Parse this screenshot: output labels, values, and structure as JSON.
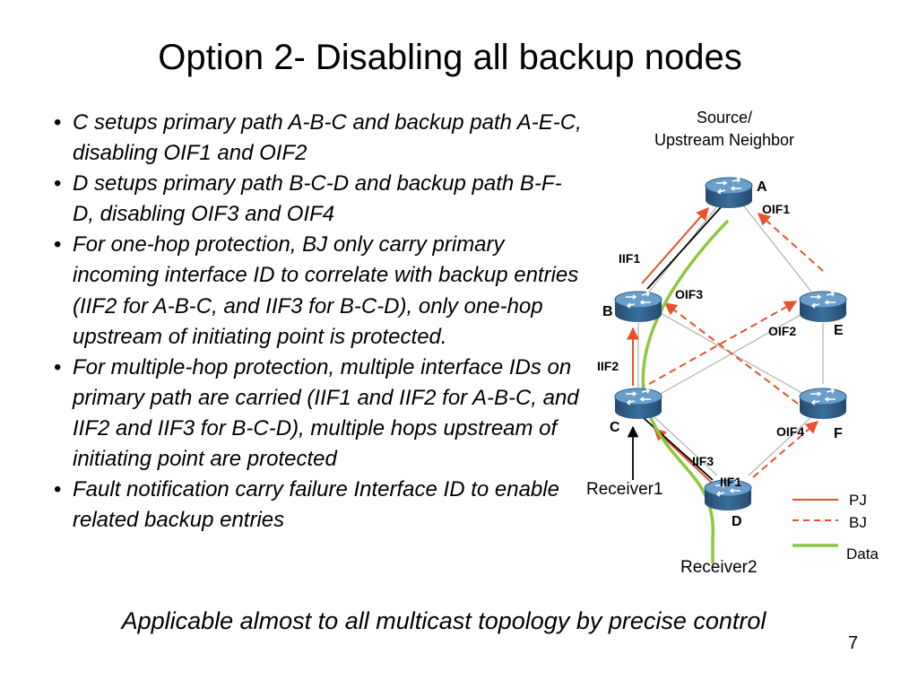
{
  "title": "Option 2- Disabling all backup nodes",
  "bullets": [
    "C setups primary path A-B-C and backup path A-E-C, disabling OIF1 and OIF2",
    "D setups primary path B-C-D and backup path B-F-D, disabling  OIF3 and OIF4",
    "For one-hop protection, BJ only carry primary incoming interface ID to correlate with backup entries (IIF2 for A-B-C, and IIF3 for B-C-D), only one-hop upstream of initiating point is protected.",
    "For multiple-hop protection, multiple interface IDs on primary path are carried (IIF1 and IIF2 for A-B-C, and IIF2 and IIF3 for B-C-D), multiple hops upstream of initiating point are protected",
    "Fault notification carry failure Interface ID to enable related backup entries"
  ],
  "bottom_note": "Applicable almost to all multicast topology by precise control",
  "page_number": "7",
  "diagram": {
    "source_label_line1": "Source/",
    "source_label_line2": "Upstream Neighbor",
    "nodes": {
      "A": "A",
      "B": "B",
      "C": "C",
      "D": "D",
      "E": "E",
      "F": "F"
    },
    "interface_labels": {
      "oif1": "OIF1",
      "iif1_ab": "IIF1",
      "oif3": "OIF3",
      "oif2": "OIF2",
      "iif2": "IIF2",
      "oif4": "OIF4",
      "iif3": "IIF3",
      "iif1_d": "IIF1"
    },
    "receivers": {
      "r1": "Receiver1",
      "r2": "Receiver2"
    },
    "legend": {
      "pj": "PJ",
      "bj": "BJ",
      "data": "Data"
    },
    "colors": {
      "pj": "#e8512a",
      "bj": "#e8512a",
      "data": "#8dc63f",
      "router_body": "#2f5f8a",
      "router_top": "#5f95c2",
      "link": "#b0b0b0"
    }
  }
}
